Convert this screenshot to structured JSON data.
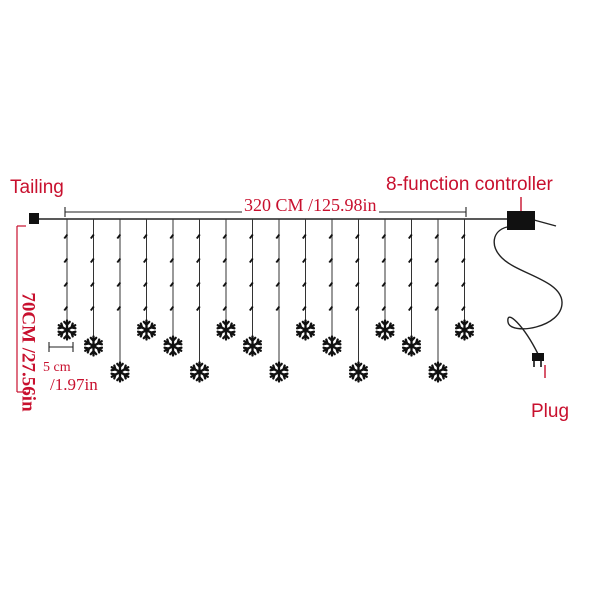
{
  "labels": {
    "tailing": "Tailing",
    "controller": "8-function controller",
    "plug": "Plug"
  },
  "dimensions": {
    "length": "320 CM /125.98in",
    "height": "70CM /27.56in",
    "spacing_cm": "5 cm",
    "spacing_in": "/1.97in"
  },
  "colors": {
    "annotation": "#c8102e",
    "drawing": "#111111"
  },
  "diagram": {
    "strand_count": 16,
    "snowflake_count": 16,
    "icons": [
      "end-cap-icon",
      "controller-box-icon",
      "plug-icon",
      "snowflake-icon",
      "bulb-icon"
    ]
  }
}
